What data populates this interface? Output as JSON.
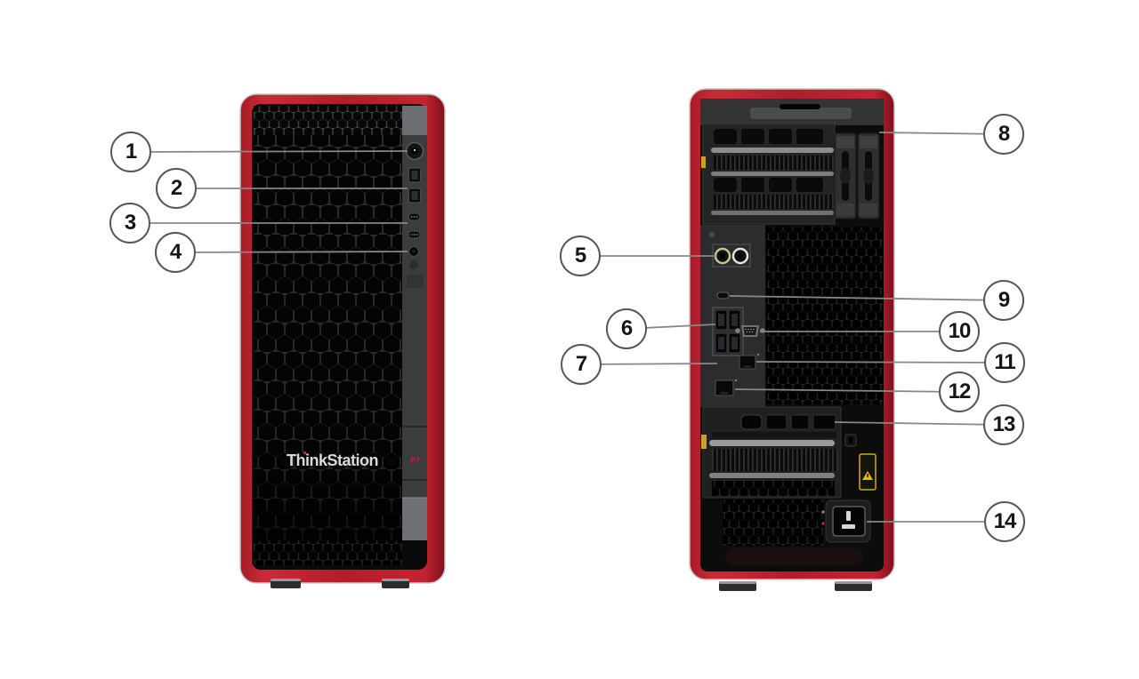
{
  "product": {
    "logo_text": "ThinkStation",
    "model_badge": "P7"
  },
  "colors": {
    "chassis_red": "#c0242f",
    "chassis_red_dark": "#8d141e",
    "mesh_black": "#0a0a0b",
    "panel_gray": "#3b3c3e",
    "callout_border": "#54565a",
    "leader_line": "#85878a",
    "warning_yellow": "#e2b200",
    "audio_ring_green": "#b9cc8e"
  },
  "callouts": [
    {
      "num": "1",
      "target": "front-power-button"
    },
    {
      "num": "2",
      "target": "front-usb-a-ports"
    },
    {
      "num": "3",
      "target": "front-usb-c-ports"
    },
    {
      "num": "4",
      "target": "front-headphone-jack"
    },
    {
      "num": "5",
      "target": "rear-audio-jacks"
    },
    {
      "num": "6",
      "target": "rear-usb-ports-upper"
    },
    {
      "num": "7",
      "target": "rear-usb-ports-lower"
    },
    {
      "num": "8",
      "target": "pcie-slot-area"
    },
    {
      "num": "9",
      "target": "rear-usb-c-port"
    },
    {
      "num": "10",
      "target": "serial-port"
    },
    {
      "num": "11",
      "target": "ethernet-port-1"
    },
    {
      "num": "12",
      "target": "ethernet-port-2"
    },
    {
      "num": "13",
      "target": "graphics-card-ports"
    },
    {
      "num": "14",
      "target": "power-connector"
    }
  ]
}
